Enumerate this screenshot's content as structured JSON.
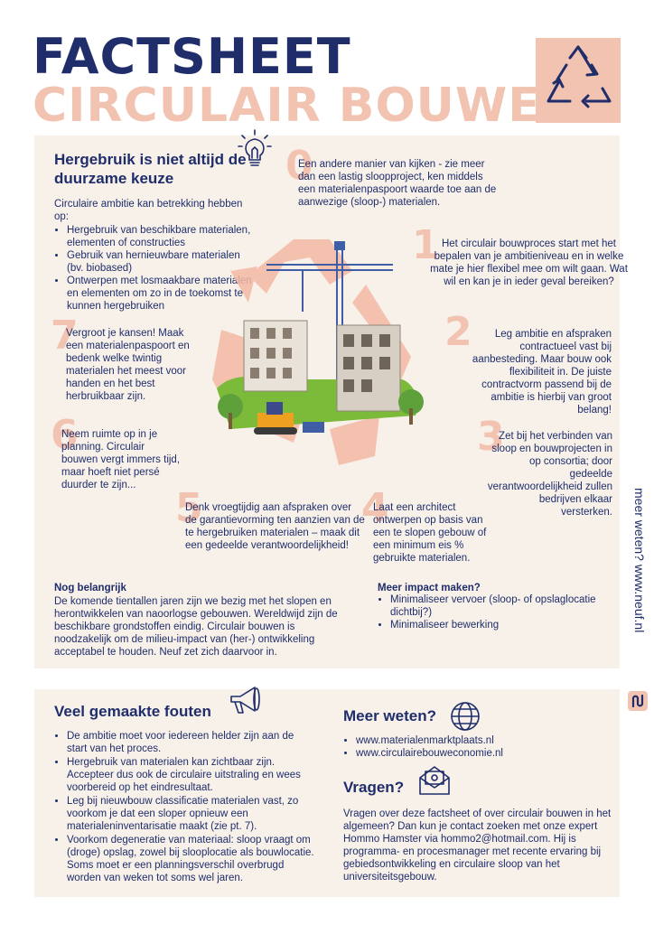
{
  "header": {
    "title_line1": "FACTSHEET",
    "title_line2": "CIRCULAIR BOUWEN"
  },
  "main": {
    "heading": "Hergebruik is niet altijd de duurzame keuze",
    "intro": "Circulaire ambitie kan betrekking hebben op:",
    "intro_items": [
      "Hergebruik van beschikbare materialen, elementen of constructies",
      "Gebruik van hernieuwbare materialen (bv. biobased)",
      "Ontwerpen met losmaakbare materialen en elementen om zo in de toekomst te kunnen hergebruiken"
    ],
    "steps": [
      {
        "num": "0",
        "text": "Een andere manier van kijken - zie meer dan een lastig sloopproject, ken middels een materialenpaspoort waarde toe aan de aanwezige (sloop-) materialen."
      },
      {
        "num": "1",
        "text": "Het circulair bouwproces start met het bepalen van je ambitieniveau en in welke mate je hier flexibel mee om wilt gaan. Wat wil en kan je in ieder geval bereiken?"
      },
      {
        "num": "2",
        "text": "Leg ambitie en afspraken contractueel vast bij aanbesteding. Maar bouw ook flexibiliteit in. De juiste contractvorm passend bij de ambitie is hierbij van groot belang!"
      },
      {
        "num": "3",
        "text": "Zet bij het verbinden van sloop en bouwprojecten in op consortia; door gedeelde verantwoordelijkheid zullen bedrijven elkaar versterken."
      },
      {
        "num": "4",
        "text": "Laat een architect ontwerpen op basis van een te slopen gebouw of een minimum eis % gebruikte materialen."
      },
      {
        "num": "5",
        "text": "Denk vroegtijdig aan afspraken over de garantievorming ten aanzien van de te hergebruiken materialen – maak dit een gedeelde verantwoordelijkheid!"
      },
      {
        "num": "6",
        "text": "Neem ruimte op in je planning. Circulair bouwen vergt immers tijd, maar hoeft niet persé duurder te zijn..."
      },
      {
        "num": "7",
        "text": "Vergroot je kansen! Maak een materialenpaspoort en bedenk welke twintig materialen het meest voor handen en het best herbruikbaar zijn."
      }
    ],
    "belangrijk_heading": "Nog belangrijk",
    "belangrijk_text": "De komende tientallen jaren zijn we bezig met het slopen en herontwikkelen van naoorlogse gebouwen. Wereldwijd zijn de beschikbare grondstoffen eindig. Circulair bouwen is noodzakelijk om de milieu-impact van (her-) ontwikkeling acceptabel te houden. Neuf zet zich daarvoor in.",
    "impact_heading": "Meer impact maken?",
    "impact_items": [
      "Minimaliseer vervoer (sloop- of opslaglocatie dichtbij?)",
      "Minimaliseer bewerking"
    ]
  },
  "side": {
    "text": "meer weten?    www.neuf.nl"
  },
  "bottom": {
    "fouten_heading": "Veel gemaakte fouten",
    "fouten_items": [
      "De ambitie moet voor iedereen helder zijn aan de start van het proces.",
      "Hergebruik van materialen kan zichtbaar zijn. Accepteer dus ook de circulaire uitstraling en wees voorbereid op het eindresultaat.",
      "Leg bij nieuwbouw classificatie materialen vast, zo voorkom je dat een sloper opnieuw een materialeninventarisatie maakt (zie pt. 7).",
      "Voorkom degeneratie van materiaal: sloop vraagt om (droge) opslag, zowel bij slooplocatie als bouwlocatie. Soms moet er een planningsverschil overbrugd worden van weken tot soms wel jaren."
    ],
    "meer_heading": "Meer weten?",
    "links": [
      "www.materialenmarktplaats.nl",
      "www.circulairebouweconomie.nl"
    ],
    "vragen_heading": "Vragen?",
    "vragen_text": "Vragen over deze factsheet of over circulair bouwen in het algemeen? Dan kun je contact zoeken met onze expert Hommo Hamster via hommo2@hotmail.com. Hij is programma- en procesmanager met recente ervaring bij gebiedsontwikkeling en circulaire sloop van het universiteitsgebouw."
  }
}
